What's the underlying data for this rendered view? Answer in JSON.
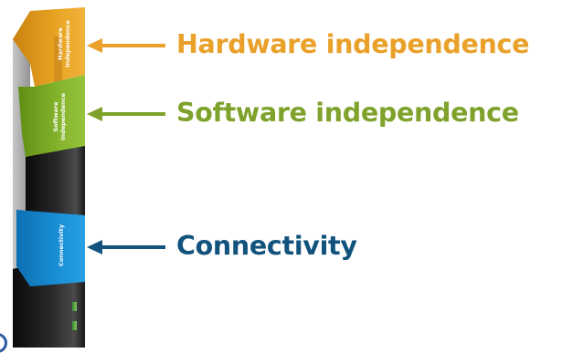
{
  "diagram": {
    "tower_segments": [
      {
        "id": "hardware",
        "label_lines": [
          "Hardware",
          "Independence"
        ],
        "color": "#e3a01b"
      },
      {
        "id": "software",
        "label_lines": [
          "Software",
          "Independence"
        ],
        "color": "#7fac25"
      },
      {
        "id": "black-upper",
        "label_lines": [],
        "color": "#1c1c1c"
      },
      {
        "id": "connectivity",
        "label_lines": [
          "Connectivity"
        ],
        "color": "#1687cf"
      },
      {
        "id": "black-lower",
        "label_lines": [],
        "color": "#1c1c1c"
      }
    ],
    "callouts": [
      {
        "id": "hardware",
        "text": "Hardware independence",
        "color": "#e9a12a"
      },
      {
        "id": "software",
        "text": "Software independence",
        "color": "#7ea22b"
      },
      {
        "id": "connectivity",
        "text": "Connectivity",
        "color": "#12537e"
      }
    ]
  }
}
